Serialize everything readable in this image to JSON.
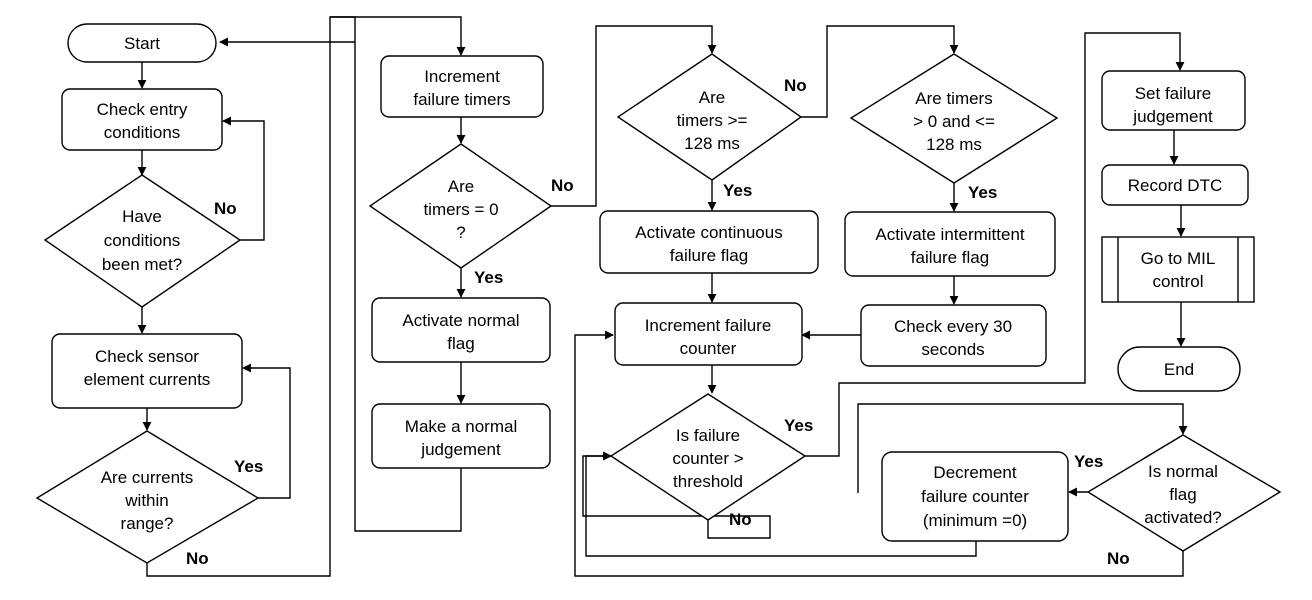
{
  "nodes": {
    "start": "Start",
    "check_entry": [
      "Check entry",
      "conditions"
    ],
    "have_conditions": [
      "Have",
      "conditions",
      "been met?"
    ],
    "check_sensor": [
      "Check sensor",
      "element currents"
    ],
    "are_currents": [
      "Are currents",
      "within",
      "range?"
    ],
    "increment_timers": [
      "Increment",
      "failure timers"
    ],
    "are_timers_zero": [
      "Are",
      "timers = 0",
      "?"
    ],
    "activate_normal": [
      "Activate normal",
      "flag"
    ],
    "make_normal": [
      "Make a normal",
      "judgement"
    ],
    "are_timers_128": [
      "Are",
      "timers >=",
      "128 ms"
    ],
    "activate_continuous": [
      "Activate continuous",
      "failure flag"
    ],
    "increment_counter": [
      "Increment failure",
      "counter"
    ],
    "is_counter_threshold": [
      "Is failure",
      "counter >",
      "threshold"
    ],
    "are_timers_range": [
      "Are timers",
      "> 0 and  <=",
      "128 ms"
    ],
    "activate_intermittent": [
      "Activate intermittent",
      "failure flag"
    ],
    "check_every": [
      "Check every 30",
      "seconds"
    ],
    "set_failure": [
      "Set failure",
      "judgement"
    ],
    "record_dtc": "Record DTC",
    "go_mil": [
      "Go to MIL",
      "control"
    ],
    "end": "End",
    "is_normal_flag": [
      "Is normal",
      "flag",
      "activated?"
    ],
    "decrement_counter": [
      "Decrement",
      "failure counter",
      "(minimum =0)"
    ]
  },
  "labels": {
    "no_conditions": "No",
    "yes_currents": "Yes",
    "no_currents": "No",
    "no_timers_zero": "No",
    "yes_timers_zero": "Yes",
    "no_timers_128": "No",
    "yes_timers_128": "Yes",
    "yes_timers_range": "Yes",
    "yes_threshold": "Yes",
    "no_threshold": "No",
    "yes_normal_flag": "Yes",
    "no_normal_flag": "No"
  }
}
